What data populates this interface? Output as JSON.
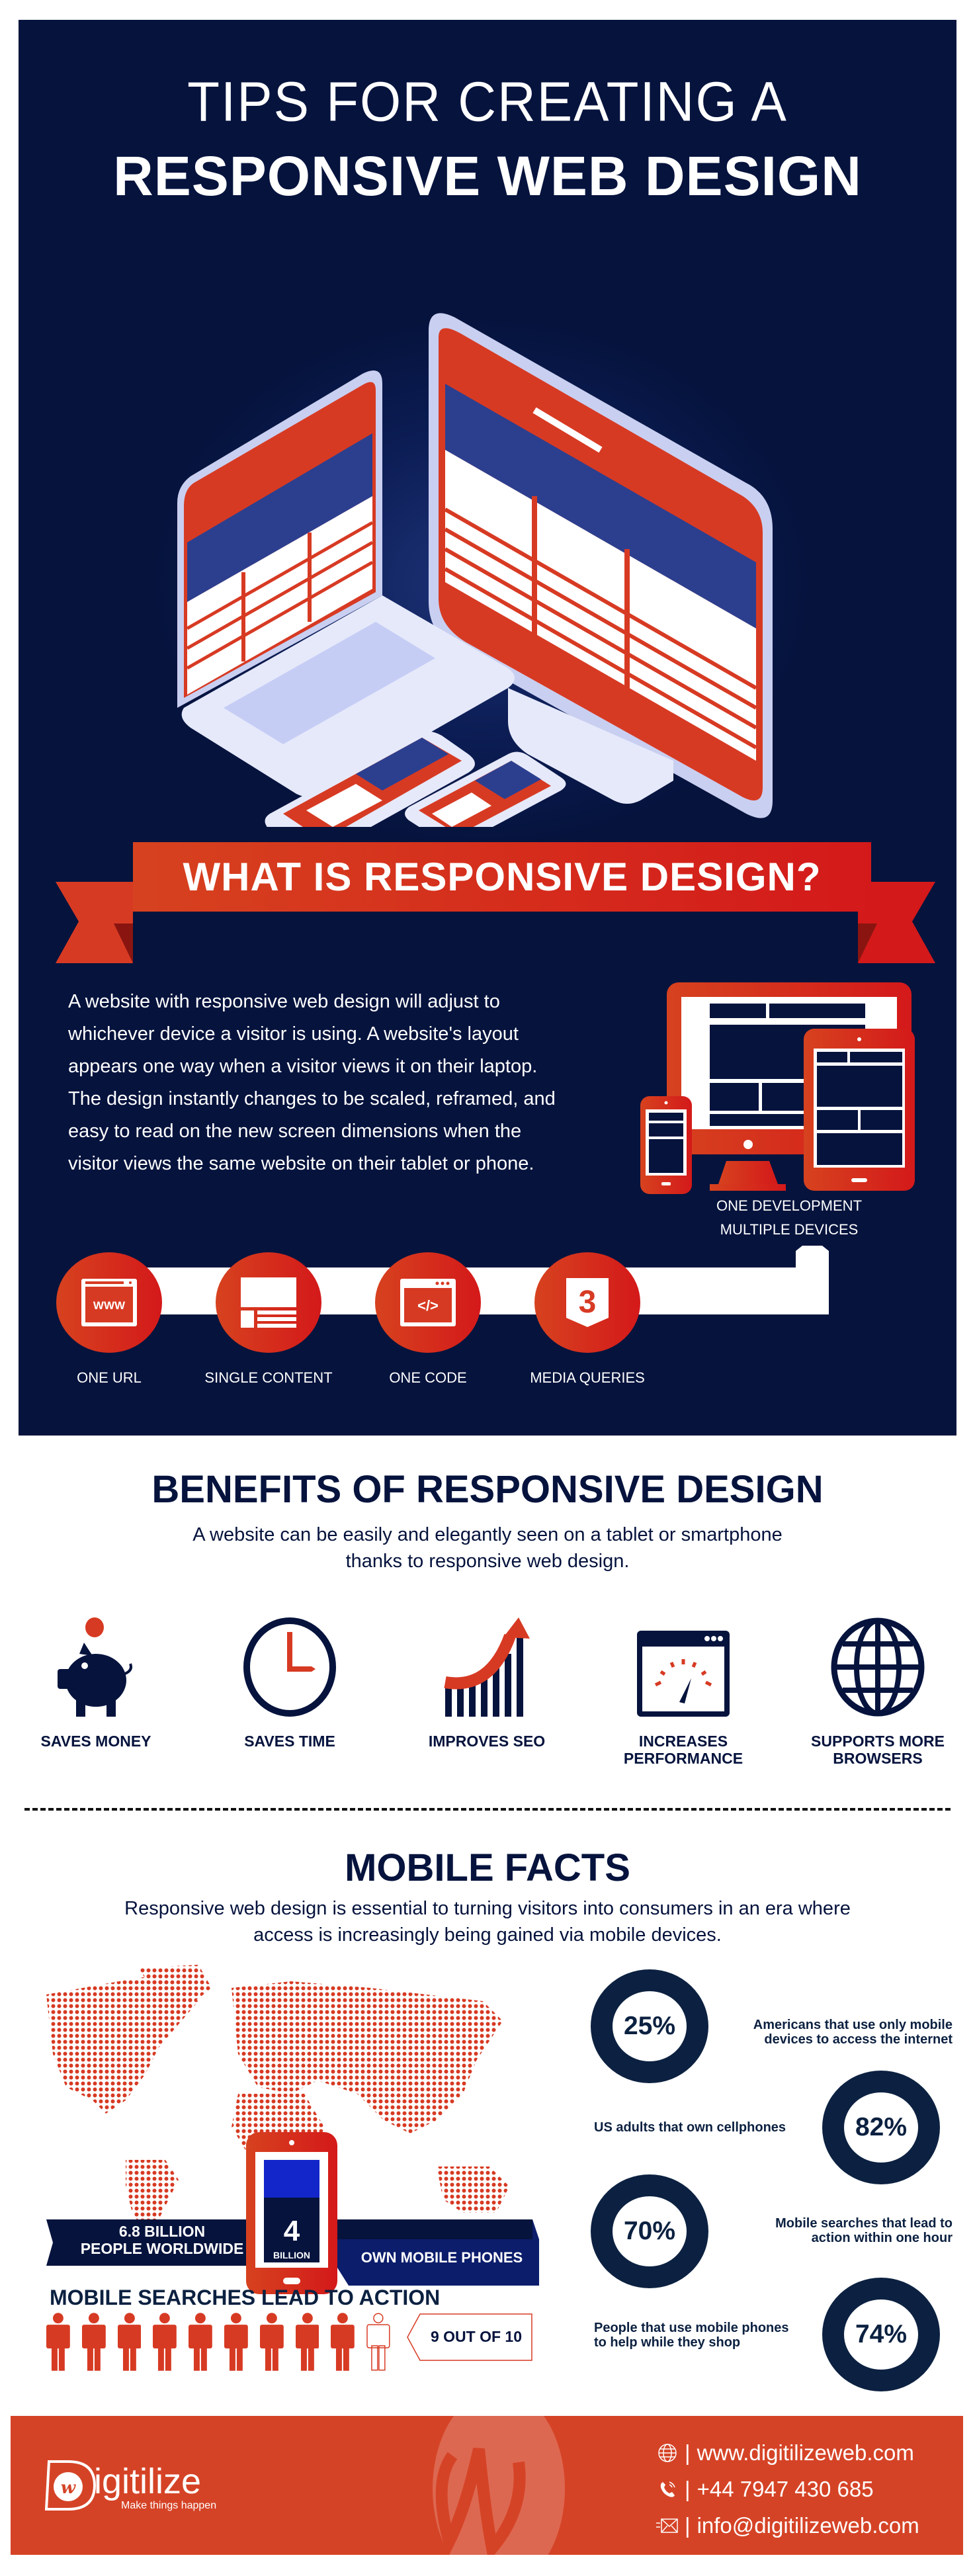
{
  "hero": {
    "title_line1": "TIPS FOR CREATING A",
    "title_line2": "RESPONSIVE WEB DESIGN",
    "illustration": "isometric-laptop-monitor-tablet-phone"
  },
  "what_is": {
    "heading": "WHAT IS RESPONSIVE DESIGN?",
    "paragraph_lines": [
      "A website with responsive web design will adjust to",
      "whichever device a visitor is using. A website's layout",
      "appears one way when a visitor views it on their laptop.",
      "The design instantly changes to be scaled, reframed, and",
      "easy to read on the new screen dimensions when the",
      "visitor views the same website on their tablet or phone."
    ],
    "devices_caption_line1": "ONE DEVELOPMENT",
    "devices_caption_line2": "MULTIPLE DEVICES",
    "features": [
      {
        "label": "ONE URL",
        "icon": "www-window-icon"
      },
      {
        "label": "SINGLE CONTENT",
        "icon": "content-layout-icon"
      },
      {
        "label": "ONE CODE",
        "icon": "code-window-icon"
      },
      {
        "label": "MEDIA QUERIES",
        "icon": "css3-shield-icon"
      }
    ]
  },
  "benefits": {
    "title": "BENEFITS OF RESPONSIVE DESIGN",
    "subtitle_line1": "A website can be easily and elegantly seen on a tablet or smartphone",
    "subtitle_line2": "thanks to responsive web design.",
    "items": [
      {
        "label_line1": "SAVES MONEY",
        "label_line2": "",
        "icon": "piggy-bank-icon"
      },
      {
        "label_line1": "SAVES TIME",
        "label_line2": "",
        "icon": "clock-icon"
      },
      {
        "label_line1": "IMPROVES SEO",
        "label_line2": "",
        "icon": "growth-chart-icon"
      },
      {
        "label_line1": "INCREASES",
        "label_line2": "PERFORMANCE",
        "icon": "speedometer-window-icon"
      },
      {
        "label_line1": "SUPPORTS MORE",
        "label_line2": "BROWSERS",
        "icon": "globe-icon"
      }
    ]
  },
  "mobile_facts": {
    "title": "MOBILE FACTS",
    "subtitle_line1": "Responsive web design is essential to turning visitors into consumers in an era where",
    "subtitle_line2": "access is increasingly being gained via mobile devices.",
    "world": {
      "population_line1": "6.8 BILLION",
      "population_line2": "PEOPLE WORLDWIDE",
      "phone_number": "4",
      "phone_unit": "BILLION",
      "own_label": "OWN MOBILE PHONES"
    },
    "stats": [
      {
        "value": "25%",
        "text_line1": "Americans that use only mobile",
        "text_line2": "devices to access the internet"
      },
      {
        "value": "82%",
        "text_line1": "US adults that own cellphones",
        "text_line2": ""
      },
      {
        "value": "70%",
        "text_line1": "Mobile searches that lead to",
        "text_line2": "action within one hour"
      },
      {
        "value": "74%",
        "text_line1": "People that use mobile phones",
        "text_line2": "to help while they shop"
      }
    ],
    "searches": {
      "title": "MOBILE SEARCHES LEAD TO ACTION",
      "filled": 9,
      "total": 10,
      "label": "9 OUT OF 10"
    }
  },
  "footer": {
    "brand": "igitilize",
    "brand_initial": "D",
    "tagline": "Make things happen",
    "website": "www.digitilizeweb.com",
    "phone": "+44 7947 430 685",
    "email": "info@digitilizeweb.com",
    "separator": "|"
  },
  "colors": {
    "navy": "#05133d",
    "ring_navy": "#0c2141",
    "red": "#d4191a",
    "orange_red": "#d6421f",
    "footer_bg": "#d54326"
  }
}
